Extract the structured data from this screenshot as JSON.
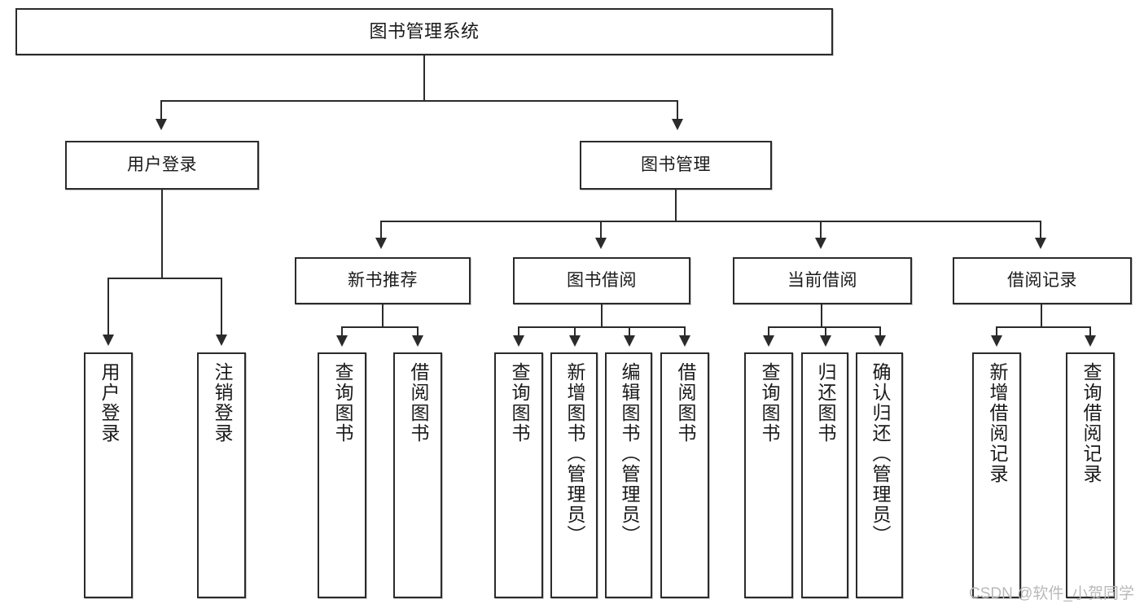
{
  "diagram": {
    "title": "图书管理系统",
    "type": "hierarchy-tree",
    "root": {
      "label": "图书管理系统"
    },
    "level1": [
      {
        "label": "用户登录"
      },
      {
        "label": "图书管理"
      }
    ],
    "level2": [
      {
        "label": "新书推荐"
      },
      {
        "label": "图书借阅"
      },
      {
        "label": "当前借阅"
      },
      {
        "label": "借阅记录"
      }
    ],
    "leaves": {
      "user_login": [
        {
          "label": "用户登录"
        },
        {
          "label": "注销登录"
        }
      ],
      "new_book_recommend": [
        {
          "label": "查询图书"
        },
        {
          "label": "借阅图书"
        }
      ],
      "book_borrow": [
        {
          "label": "查询图书"
        },
        {
          "label": "新增图书（管理员）"
        },
        {
          "label": "编辑图书（管理员）"
        },
        {
          "label": "借阅图书"
        }
      ],
      "current_borrow": [
        {
          "label": "查询图书"
        },
        {
          "label": "归还图书"
        },
        {
          "label": "确认归还（管理员）"
        }
      ],
      "borrow_record": [
        {
          "label": "新增借阅记录"
        },
        {
          "label": "查询借阅记录"
        }
      ]
    }
  },
  "watermark": {
    "text": "CSDN @软件_小贺同学"
  },
  "colors": {
    "border": "#2b2b2b",
    "background": "#ffffff",
    "text": "#1a1a1a",
    "watermark": "#b9b9b9"
  }
}
